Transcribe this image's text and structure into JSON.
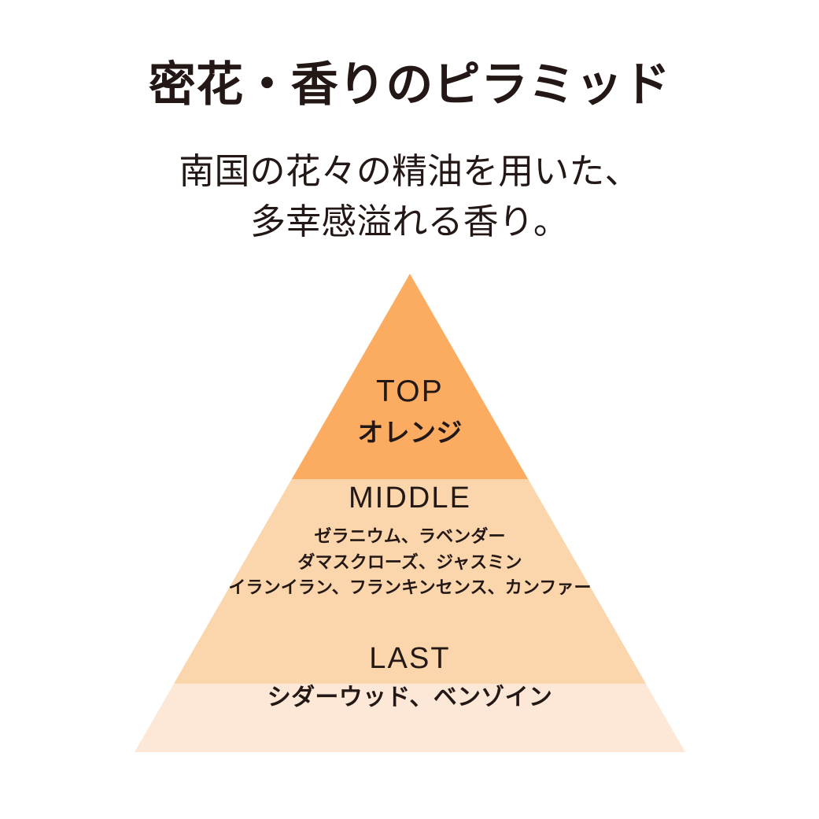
{
  "header": {
    "title": "密花・香りのピラミッド",
    "subtitle_lines": [
      "南国の花々の精油を用いた、",
      "多幸感溢れる香り。"
    ]
  },
  "colors": {
    "background": "#ffffff",
    "text": "#231815",
    "top_band": "#fbac60",
    "middle_band": "#fbd5ab",
    "last_band": "#fde8d7"
  },
  "chart_data": {
    "type": "pyramid",
    "title": "密花・香りのピラミッド",
    "subtitle": "南国の花々の精油を用いた、多幸感溢れる香り。",
    "bands": [
      {
        "name": "TOP",
        "color": "#fbac60",
        "notes": [
          "オレンジ"
        ],
        "note_lines": [
          "オレンジ"
        ]
      },
      {
        "name": "MIDDLE",
        "color": "#fbd5ab",
        "notes": [
          "ゼラニウム",
          "ラベンダー",
          "ダマスクローズ",
          "ジャスミン",
          "イランイラン",
          "フランキンセンス",
          "カンファー"
        ],
        "note_lines": [
          "ゼラニウム、ラベンダー",
          "ダマスクローズ、ジャスミン",
          "イランイラン、フランキンセンス、カンファー"
        ]
      },
      {
        "name": "LAST",
        "color": "#fde8d7",
        "notes": [
          "シダーウッド",
          "ベンゾイン"
        ],
        "note_lines": [
          "シダーウッド、ベンゾイン"
        ]
      }
    ]
  },
  "pyramid": {
    "top": {
      "name": "TOP",
      "line1": "オレンジ"
    },
    "middle": {
      "name": "MIDDLE",
      "line1": "ゼラニウム、ラベンダー",
      "line2": "ダマスクローズ、ジャスミン",
      "line3": "イランイラン、フランキンセンス、カンファー"
    },
    "last": {
      "name": "LAST",
      "line1": "シダーウッド、ベンゾイン"
    }
  }
}
